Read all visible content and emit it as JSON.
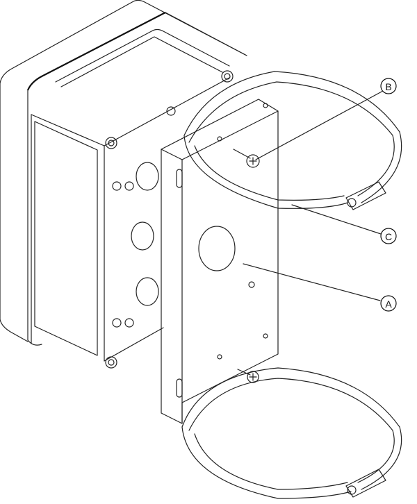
{
  "callouts": {
    "a": "A",
    "b": "B",
    "c": "C"
  },
  "colors": {
    "line": "#222222",
    "background": "#ffffff"
  }
}
